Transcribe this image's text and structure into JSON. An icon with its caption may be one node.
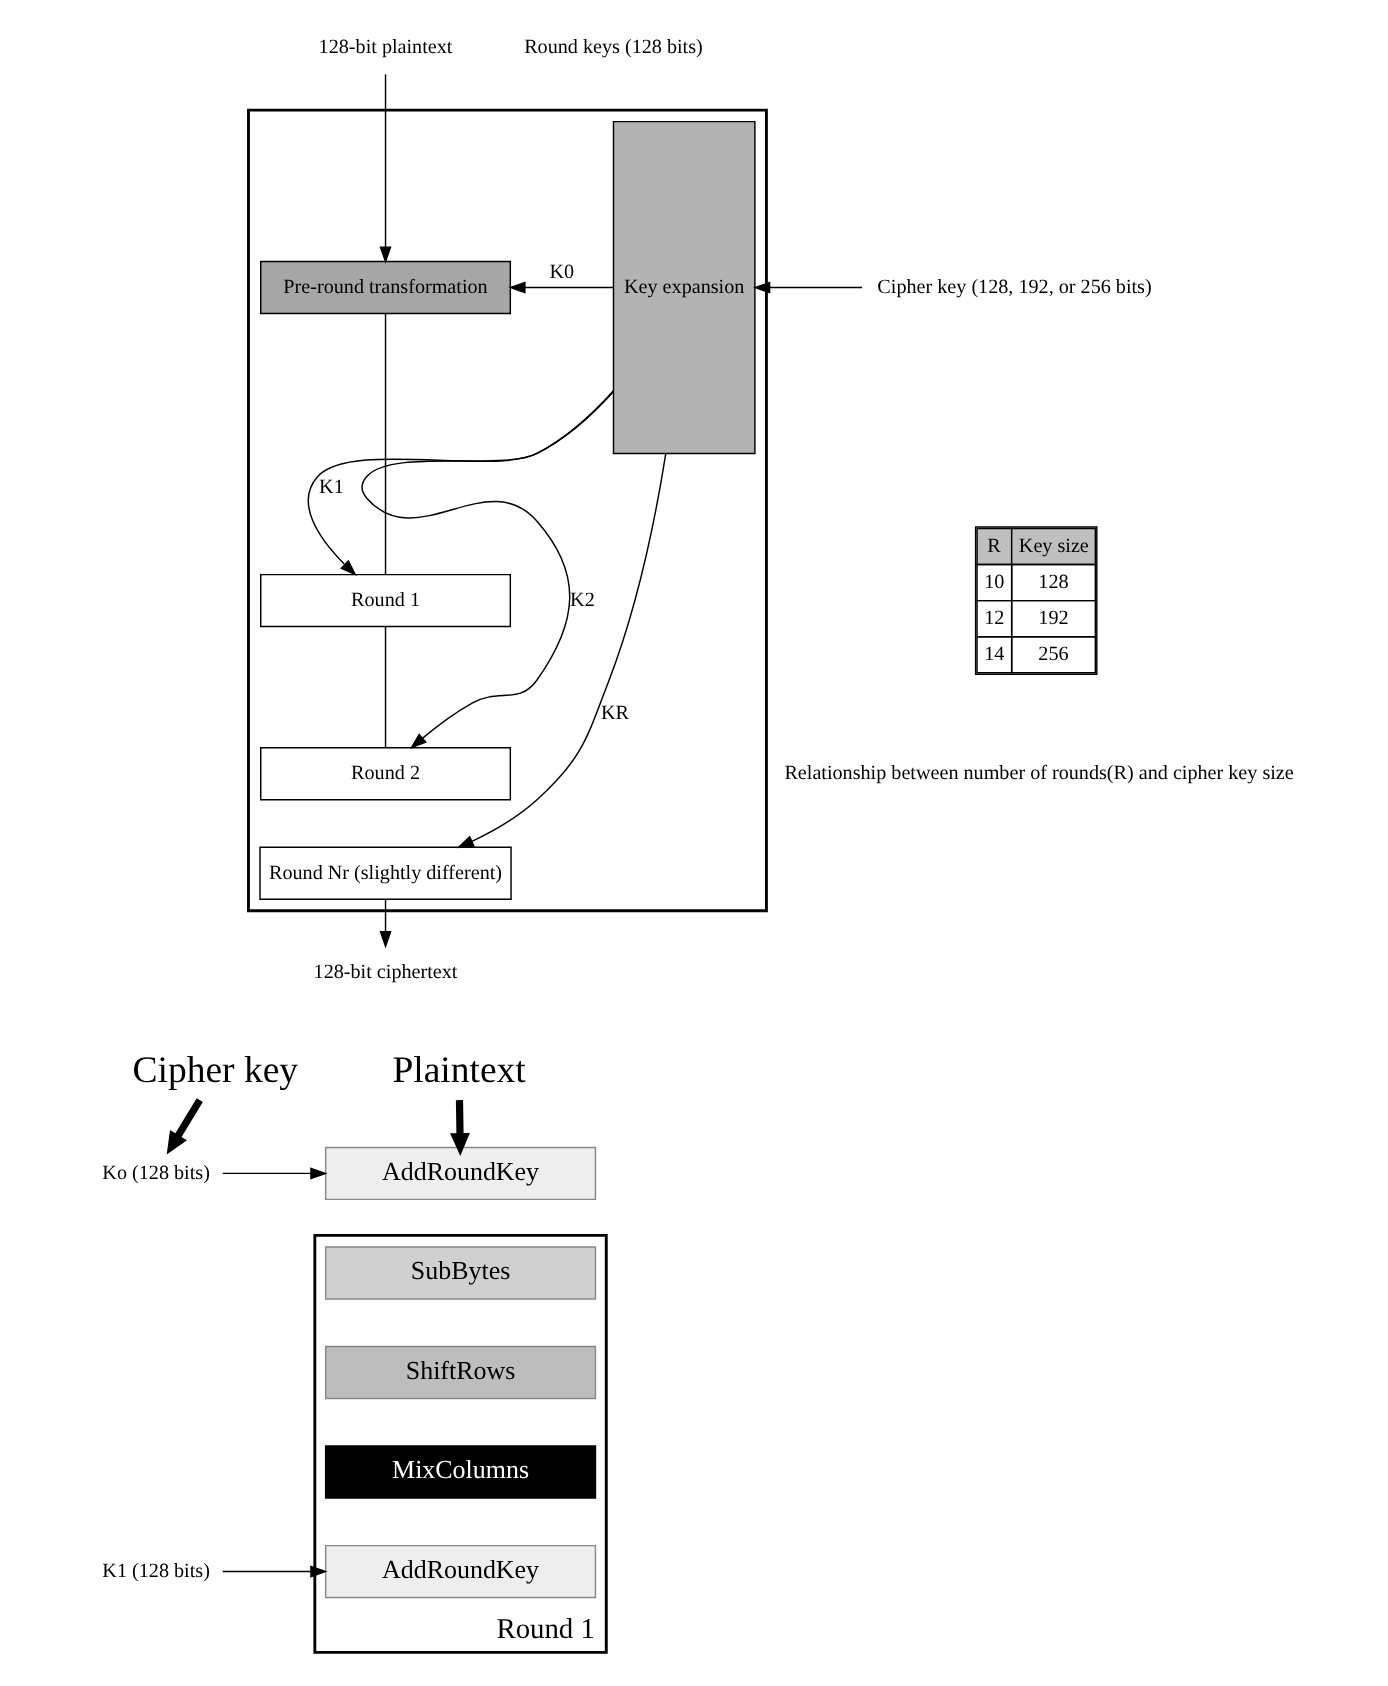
{
  "diagram": {
    "nodes": [
      {
        "text": [],
        "shape": "box"
      },
      {
        "text": [
          "128-bit plaintext"
        ]
      },
      {
        "text": [
          "Pre-round transformation"
        ],
        "in": 0
      },
      {
        "text": [
          "Round 1"
        ],
        "in": 0
      },
      {
        "text": [
          "Round 2"
        ],
        "in": 0
      },
      {
        "text": [
          "Round Nr (slightly different)"
        ],
        "in": 0
      },
      {
        "text": [
          "Key expansion"
        ],
        "in": 0
      },
      {
        "text": [
          "Cipher key (128, 192, or 256 bits)"
        ]
      },
      {
        "text": [
          "128-bit ciphertext"
        ]
      },
      {
        "text": [
          "Cipher key"
        ]
      },
      {
        "text": [
          "Plaintext"
        ]
      },
      {
        "text": [
          "Ko (128 bits)"
        ]
      },
      {
        "text": [
          "AddRoundKey"
        ]
      },
      {
        "text": [
          "Round 1"
        ]
      },
      {
        "text": [
          "SubBytes"
        ],
        "in": 13
      },
      {
        "text": [
          "ShiftRows"
        ],
        "in": 13
      },
      {
        "text": [
          "MixColumns"
        ],
        "in": 13
      },
      {
        "text": [
          "K1 (128 bits)"
        ]
      },
      {
        "text": [
          "AddRoundKey"
        ],
        "in": 13
      }
    ],
    "edges": [
      {
        "from": 1,
        "to": 2,
        "arrow": "to"
      },
      {
        "from": 2,
        "to": 3,
        "arrow": "none"
      },
      {
        "from": 3,
        "to": 4,
        "arrow": "none"
      },
      {
        "from": 5,
        "to": 8,
        "arrow": "to"
      },
      {
        "from": 6,
        "to": 2,
        "arrow": "to",
        "label": "K0"
      },
      {
        "from": 6,
        "to": 3,
        "arrow": "to",
        "label": "K1"
      },
      {
        "from": 6,
        "to": 4,
        "arrow": "to",
        "label": "K2"
      },
      {
        "from": 6,
        "to": 5,
        "arrow": "to",
        "label": "KR"
      },
      {
        "from": 7,
        "to": 6,
        "arrow": "to"
      },
      {
        "from": 9,
        "to": 11,
        "arrow": "to",
        "style": "thick"
      },
      {
        "from": 10,
        "to": 12,
        "arrow": "to",
        "style": "thick"
      },
      {
        "from": 11,
        "to": 12,
        "arrow": "to"
      },
      {
        "from": 17,
        "to": 18,
        "arrow": "to"
      }
    ],
    "labels": [
      "Round keys (128 bits)",
      "R",
      "Key size",
      "10",
      "128",
      "12",
      "192",
      "14",
      "256",
      "Relationship between number of rounds(R) and cipher key size"
    ]
  }
}
